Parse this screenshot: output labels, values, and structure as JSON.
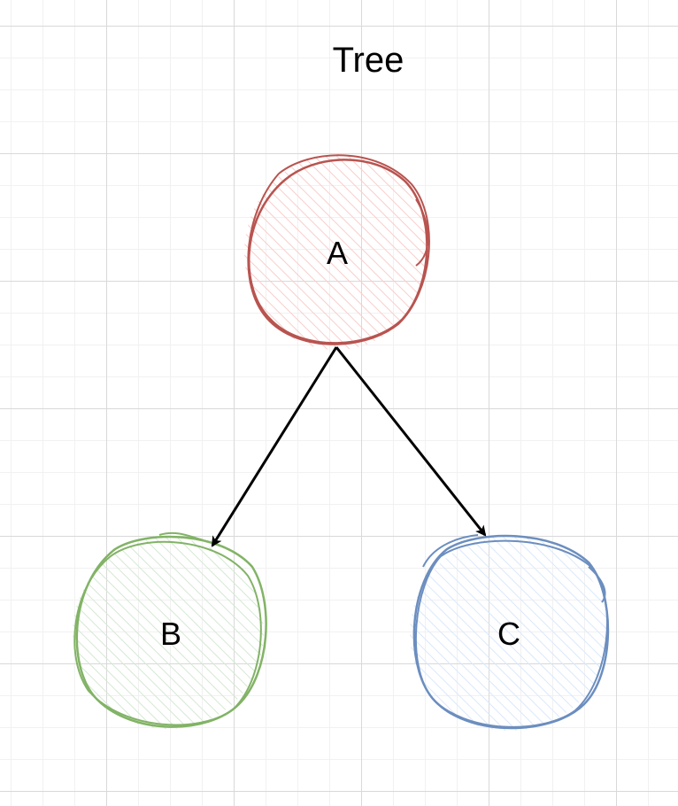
{
  "diagram": {
    "title": "Tree",
    "nodes": [
      {
        "id": "A",
        "label": "A",
        "stroke": "#b85450",
        "fill": "#f8cecc"
      },
      {
        "id": "B",
        "label": "B",
        "stroke": "#82b366",
        "fill": "#d5e8d4"
      },
      {
        "id": "C",
        "label": "C",
        "stroke": "#6c8ebf",
        "fill": "#dae8fc"
      }
    ],
    "edges": [
      {
        "from": "A",
        "to": "B",
        "color": "#000000"
      },
      {
        "from": "A",
        "to": "C",
        "color": "#000000"
      }
    ]
  }
}
